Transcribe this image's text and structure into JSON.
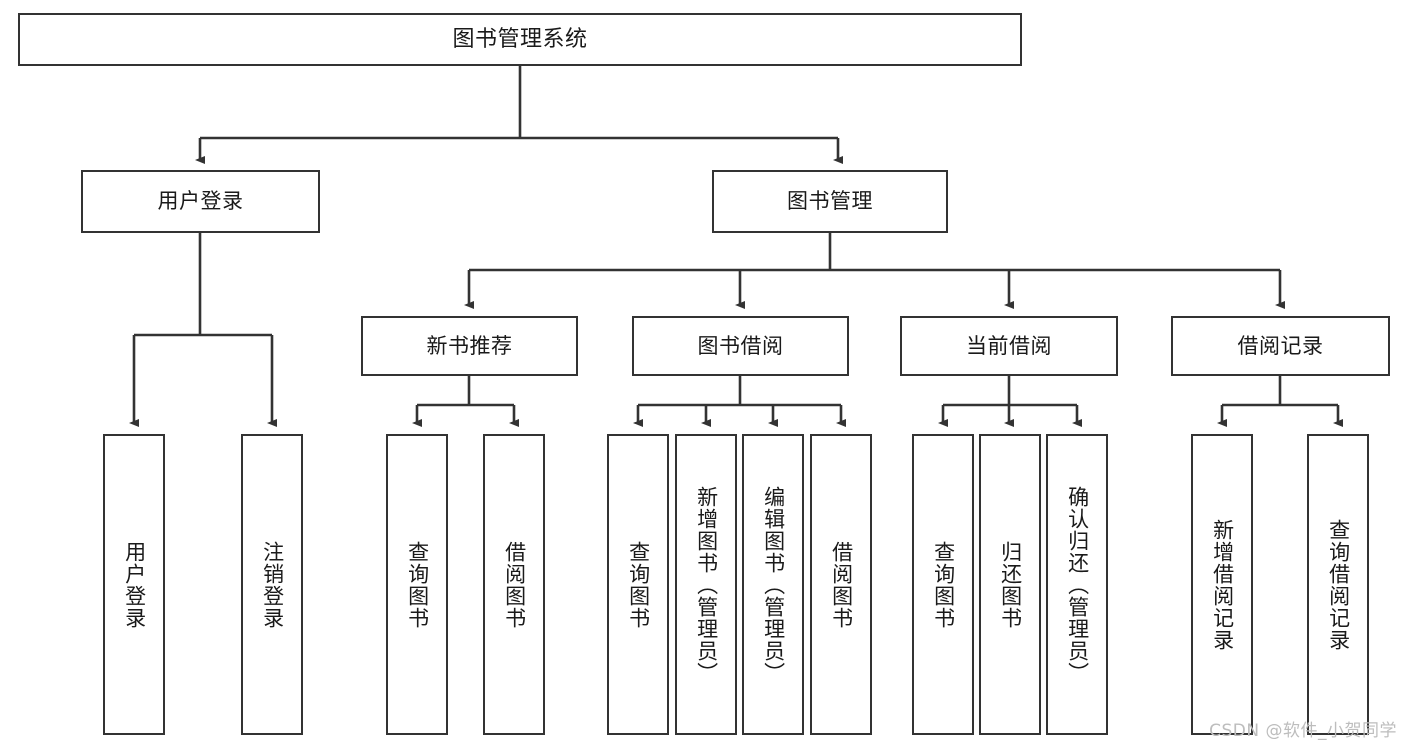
{
  "diagram": {
    "title": "图书管理系统",
    "type": "tree",
    "style": {
      "border_color": "#333333",
      "background": "#ffffff",
      "text_color": "#1a1a1a",
      "watermark_color": "#bdbdbd"
    },
    "root": {
      "label": "图书管理系统"
    },
    "level2": [
      {
        "label": "用户登录"
      },
      {
        "label": "图书管理"
      }
    ],
    "level3": [
      {
        "label": "新书推荐"
      },
      {
        "label": "图书借阅"
      },
      {
        "label": "当前借阅"
      },
      {
        "label": "借阅记录"
      }
    ],
    "leaves": {
      "user_login": [
        {
          "label": "用户登录"
        },
        {
          "label": "注销登录"
        }
      ],
      "new_book_recommend": [
        {
          "label": "查询图书"
        },
        {
          "label": "借阅图书"
        }
      ],
      "book_borrow": [
        {
          "label": "查询图书"
        },
        {
          "label": "新增图书（管理员）"
        },
        {
          "label": "编辑图书（管理员）"
        },
        {
          "label": "借阅图书"
        }
      ],
      "current_borrow": [
        {
          "label": "查询图书"
        },
        {
          "label": "归还图书"
        },
        {
          "label": "确认归还（管理员）"
        }
      ],
      "borrow_record": [
        {
          "label": "新增借阅记录"
        },
        {
          "label": "查询借阅记录"
        }
      ]
    }
  },
  "watermark": {
    "text": "CSDN @软件_小贺同学"
  }
}
